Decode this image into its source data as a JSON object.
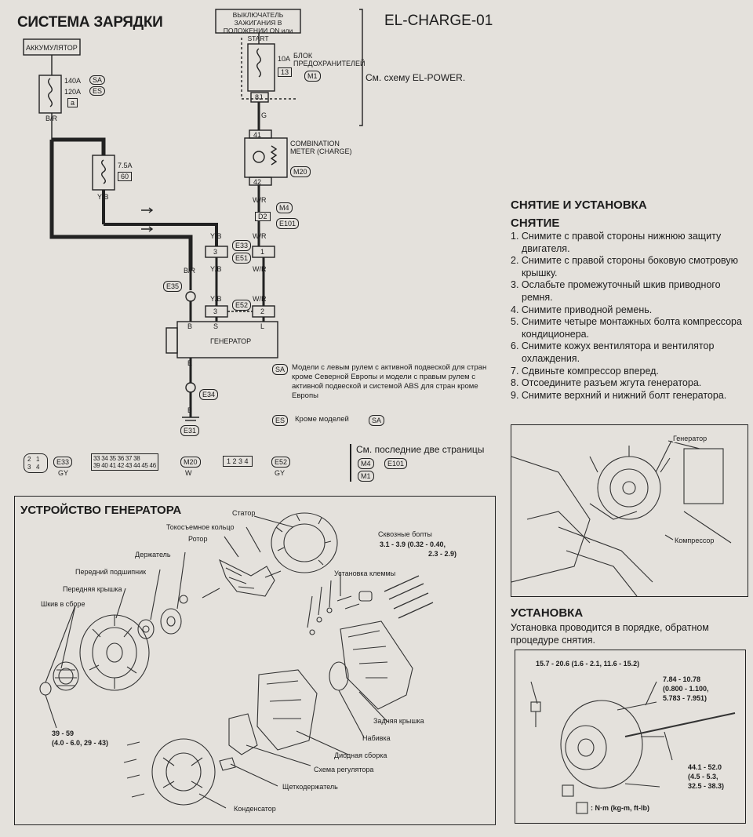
{
  "charging": {
    "title": "СИСТЕМА ЗАРЯДКИ",
    "code": "EL-CHARGE-01",
    "battery": "АККУМУЛЯТОР",
    "fuse_main": {
      "a": "140A",
      "a_code": "SA",
      "b": "120A",
      "b_code": "ES",
      "id": "a"
    },
    "wire_br": "B/R",
    "fuse_small": {
      "amp": "7.5A",
      "id": "60"
    },
    "wire_yb": "Y/B",
    "ignition": "ВЫКЛЮЧАТЕЛЬ ЗАЖИГАНИЯ В ПОЛОЖЕНИИ ON или START",
    "fuse_block": {
      "amp": "10A",
      "id": "13",
      "label": "БЛОК ПРЕДОХРАНИТЕЛЕЙ",
      "conn": "M1",
      "ref": "См. схему EL-POWER.",
      "pin": "8J"
    },
    "wire_g": "G",
    "meter": {
      "pin_top": "41",
      "label": "COMBINATION METER (CHARGE)",
      "conn": "M20",
      "pin_bottom": "42"
    },
    "wire_wr": "W/R",
    "conn_m4": "M4",
    "conn_d2": "D2",
    "conn_e101": "E101",
    "conn_e33": "E33",
    "conn_e51": "E51",
    "conn_e52": "E52",
    "conn_e35": "E35",
    "pin3": "3",
    "pin1": "1",
    "pin2": "2",
    "gen_terminals": {
      "b": "B",
      "s": "S",
      "l": "L",
      "e": "E"
    },
    "generator": "ГЕНЕРАТОР",
    "conn_e34": "E34",
    "conn_e31": "E31",
    "wire_b": "B",
    "note_sa": "Модели с левым рулем с активной подвеской для стран кроме Северной Европы и модели с правым рулем с активной подвеской и системой ABS для стран кроме Европы",
    "note_es": "Кроме моделей",
    "note_sa_code": "SA",
    "note_es_code": "ES"
  },
  "connectors": {
    "e33": {
      "pins": [
        "2",
        "1",
        "3",
        "4"
      ],
      "id": "E33",
      "color": "GY"
    },
    "m20_top": "33 34 35  36 37 38",
    "m20_bottom": "39 40 41 42 43 44 45 46",
    "m20": {
      "id": "M20",
      "color": "W"
    },
    "e52": {
      "pins": "1 2 3 4",
      "id": "E52",
      "color": "GY"
    },
    "ref": "См. последние две страницы",
    "ref_codes": [
      "M4",
      "E101",
      "M1"
    ]
  },
  "device": {
    "title": "УСТРОЙСТВО ГЕНЕРАТОРА",
    "labels": {
      "stator": "Статор",
      "slip_ring": "Токосъемное кольцо",
      "rotor": "Ротор",
      "holder": "Держатель",
      "front_bearing": "Передний подшипник",
      "front_cover": "Передняя крышка",
      "pulley": "Шкив в сборе",
      "through_bolts": "Сквозные болты",
      "bolts_torque_1": "3.1 - 3.9 (0.32 - 0.40,",
      "bolts_torque_2": "2.3 - 2.9)",
      "terminal": "Установка клеммы",
      "rear_cover": "Задняя крышка",
      "packing": "Набивка",
      "diode": "Диодная сборка",
      "regulator": "Схема регулятора",
      "brush_holder": "Щеткодержатель",
      "condenser": "Конденсатор",
      "pulley_torque_1": "39 - 59",
      "pulley_torque_2": "(4.0 - 6.0, 29 - 43)"
    }
  },
  "removal": {
    "title": "СНЯТИЕ И УСТАНОВКА",
    "subtitle": "СНЯТИЕ",
    "steps": [
      "1. Снимите с правой стороны нижнюю защиту двигателя.",
      "2. Снимите с правой стороны боковую смотровую крышку.",
      "3. Ослабьте промежуточный шкив приводного ремня.",
      "4. Снимите приводной ремень.",
      "5. Снимите четыре монтажных болта компрессора кондиционера.",
      "6. Снимите кожух вентилятора и вентилятор охлаждения.",
      "7. Сдвиньте компрессор вперед.",
      "8. Отсоедините разъем жгута генератора.",
      "9. Снимите верхний и нижний болт генератора."
    ],
    "img_labels": {
      "generator": "Генератор",
      "compressor": "Компрессор"
    }
  },
  "install": {
    "title": "УСТАНОВКА",
    "text": "Установка проводится в порядке, обратном процедуре снятия.",
    "torque1": "15.7 - 20.6 (1.6 - 2.1, 11.6 - 15.2)",
    "torque2_a": "7.84 - 10.78",
    "torque2_b": "(0.800 - 1.100,",
    "torque2_c": "5.783 - 7.951)",
    "torque3_a": "44.1 - 52.0",
    "torque3_b": "(4.5 - 5.3,",
    "torque3_c": "32.5 - 38.3)",
    "legend": ": N·m (kg-m, ft-lb)"
  }
}
